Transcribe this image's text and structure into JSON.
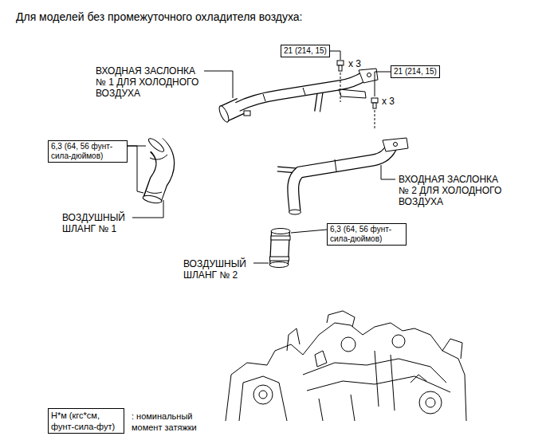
{
  "diagram": {
    "title": "Для моделей без промежуточного охладителя воздуха:",
    "nodes": [
      {
        "text": [
          "21 (214, 15)"
        ]
      },
      {
        "text": [
          "21 (214, 15)"
        ]
      },
      {
        "text": [
          "6,3 (64, 56 фунт-сила-дюймов)"
        ]
      },
      {
        "text": [
          "6,3 (64, 56 фунт-сила-дюймов)"
        ]
      },
      {
        "text": [
          "Н*м (кгс*см, фунт-сила-фут)"
        ]
      }
    ],
    "labels": [
      "ВХОДНАЯ ЗАСЛОНКА № 1 ДЛЯ ХОЛОДНОГО ВОЗДУХА",
      "x 3",
      "x 3",
      "ВХОДНАЯ ЗАСЛОНКА № 2 ДЛЯ ХОЛОДНОГО ВОЗДУХА",
      "ВОЗДУШНЫЙ ШЛАНГ № 1",
      "ВОЗДУШНЫЙ ШЛАНГ № 2",
      ": номинальный момент затяжки"
    ]
  }
}
